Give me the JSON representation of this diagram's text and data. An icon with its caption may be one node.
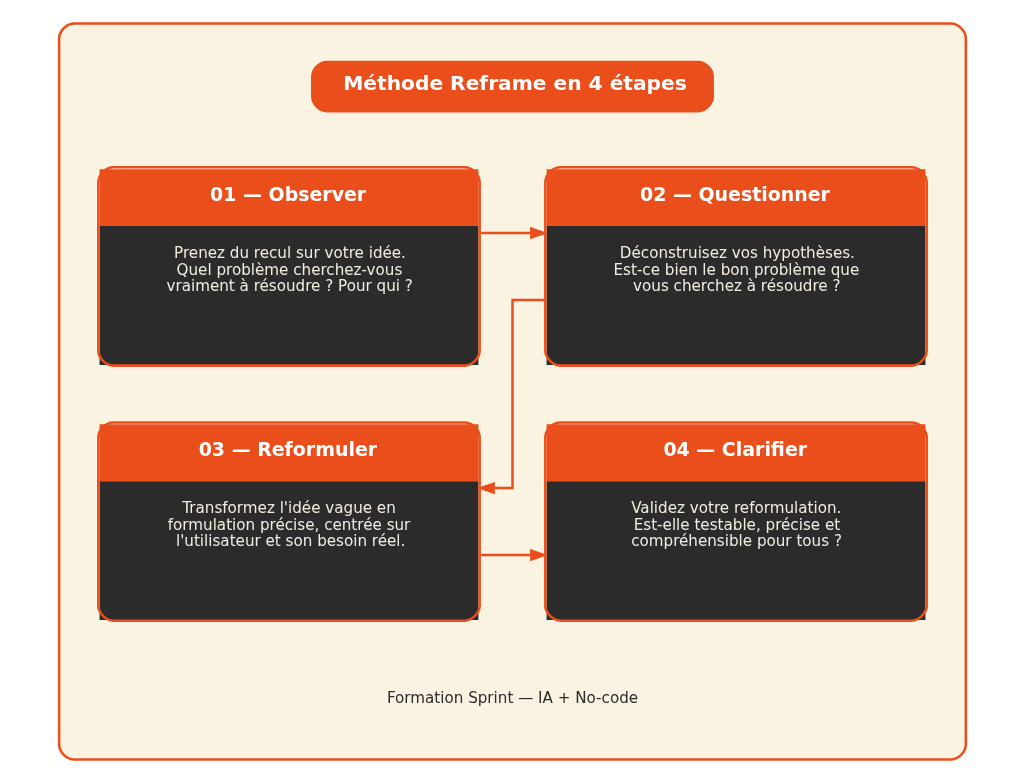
{
  "diagram": {
    "nodes": [
      {
        "text": [],
        "shape": "box"
      },
      {
        "text": [
          "Méthode Reframe en 4 étapes"
        ],
        "in": 0
      },
      {
        "text": [
          "01 — Observer",
          "Prenez du recul sur votre idée. Quel problème cherchez-vous vraiment à résoudre ? Pour qui ?"
        ],
        "in": 0
      },
      {
        "text": [
          "02 — Questionner",
          "Déconstruisez vos hypothèses. Est-ce bien le bon problème que vous cherchez à résoudre ?"
        ],
        "in": 0
      },
      {
        "text": [
          "03 — Reformuler",
          "Transformez l'idée vague en formulation précise, centrée sur l'utilisateur et son besoin réel."
        ],
        "in": 0
      },
      {
        "text": [
          "04 — Clarifier",
          "Validez votre reformulation. Est-elle testable, précise et compréhensible pour tous ?"
        ],
        "in": 0
      }
    ],
    "edges": [
      {
        "from": 2,
        "to": 3,
        "arrow": "to"
      },
      {
        "from": 3,
        "to": 4,
        "arrow": "to"
      },
      {
        "from": 4,
        "to": 5,
        "arrow": "to"
      }
    ],
    "labels": [
      "Formation Sprint — IA + No-code"
    ]
  }
}
